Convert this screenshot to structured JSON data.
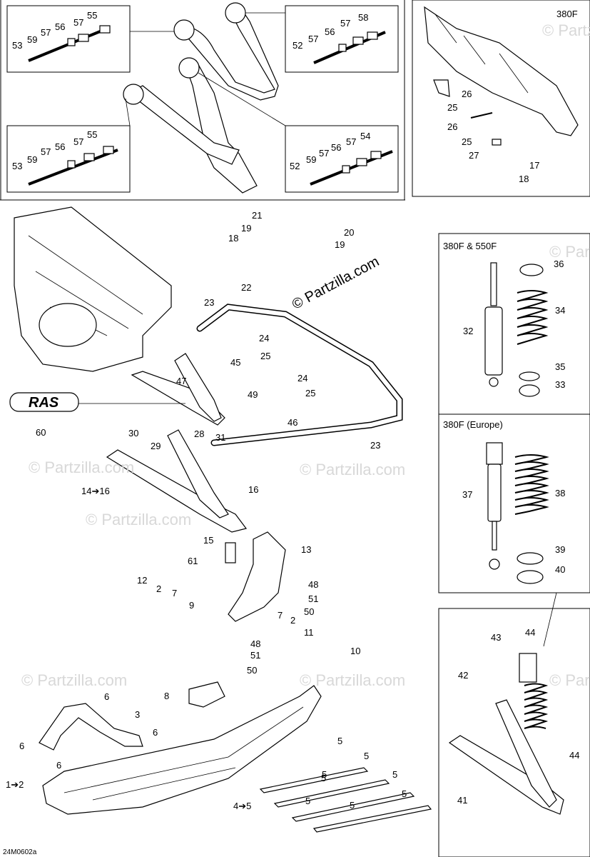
{
  "watermark": {
    "main": "© Partzilla.com",
    "faint": "© Partzilla.com"
  },
  "document_code": "24M0602a",
  "logo_text": "RAS",
  "boxes": {
    "box_380f": {
      "title": "380F"
    },
    "box_380f_550f": {
      "title": "380F & 550F"
    },
    "box_380f_europe": {
      "title": "380F (Europe)"
    }
  },
  "callouts": {
    "tl": [
      "55",
      "57",
      "56",
      "57",
      "59",
      "53"
    ],
    "tr": [
      "58",
      "57",
      "56",
      "57",
      "52"
    ],
    "ml": [
      "55",
      "57",
      "56",
      "57",
      "59",
      "53"
    ],
    "mr": [
      "54",
      "57",
      "56",
      "57",
      "59",
      "52"
    ],
    "r380": [
      "26",
      "25",
      "26",
      "25",
      "27",
      "17",
      "18"
    ],
    "main": [
      "21",
      "19",
      "18",
      "20",
      "19",
      "22",
      "23",
      "24",
      "25",
      "24",
      "25",
      "45",
      "47",
      "49",
      "46",
      "60",
      "23",
      "30",
      "29",
      "28",
      "31",
      "14➔16",
      "16",
      "15",
      "61",
      "13",
      "12",
      "2",
      "7",
      "9",
      "48",
      "51",
      "50",
      "7",
      "2",
      "11",
      "48",
      "51",
      "50",
      "10",
      "8",
      "6",
      "3",
      "6",
      "6",
      "6",
      "1➔2",
      "5",
      "5",
      "5",
      "5",
      "5",
      "5",
      "5",
      "5",
      "4➔5"
    ],
    "spring1": [
      "36",
      "34",
      "32",
      "35",
      "33"
    ],
    "spring2": [
      "37",
      "38",
      "39",
      "40"
    ],
    "shock": [
      "43",
      "44",
      "42",
      "44",
      "41"
    ]
  }
}
